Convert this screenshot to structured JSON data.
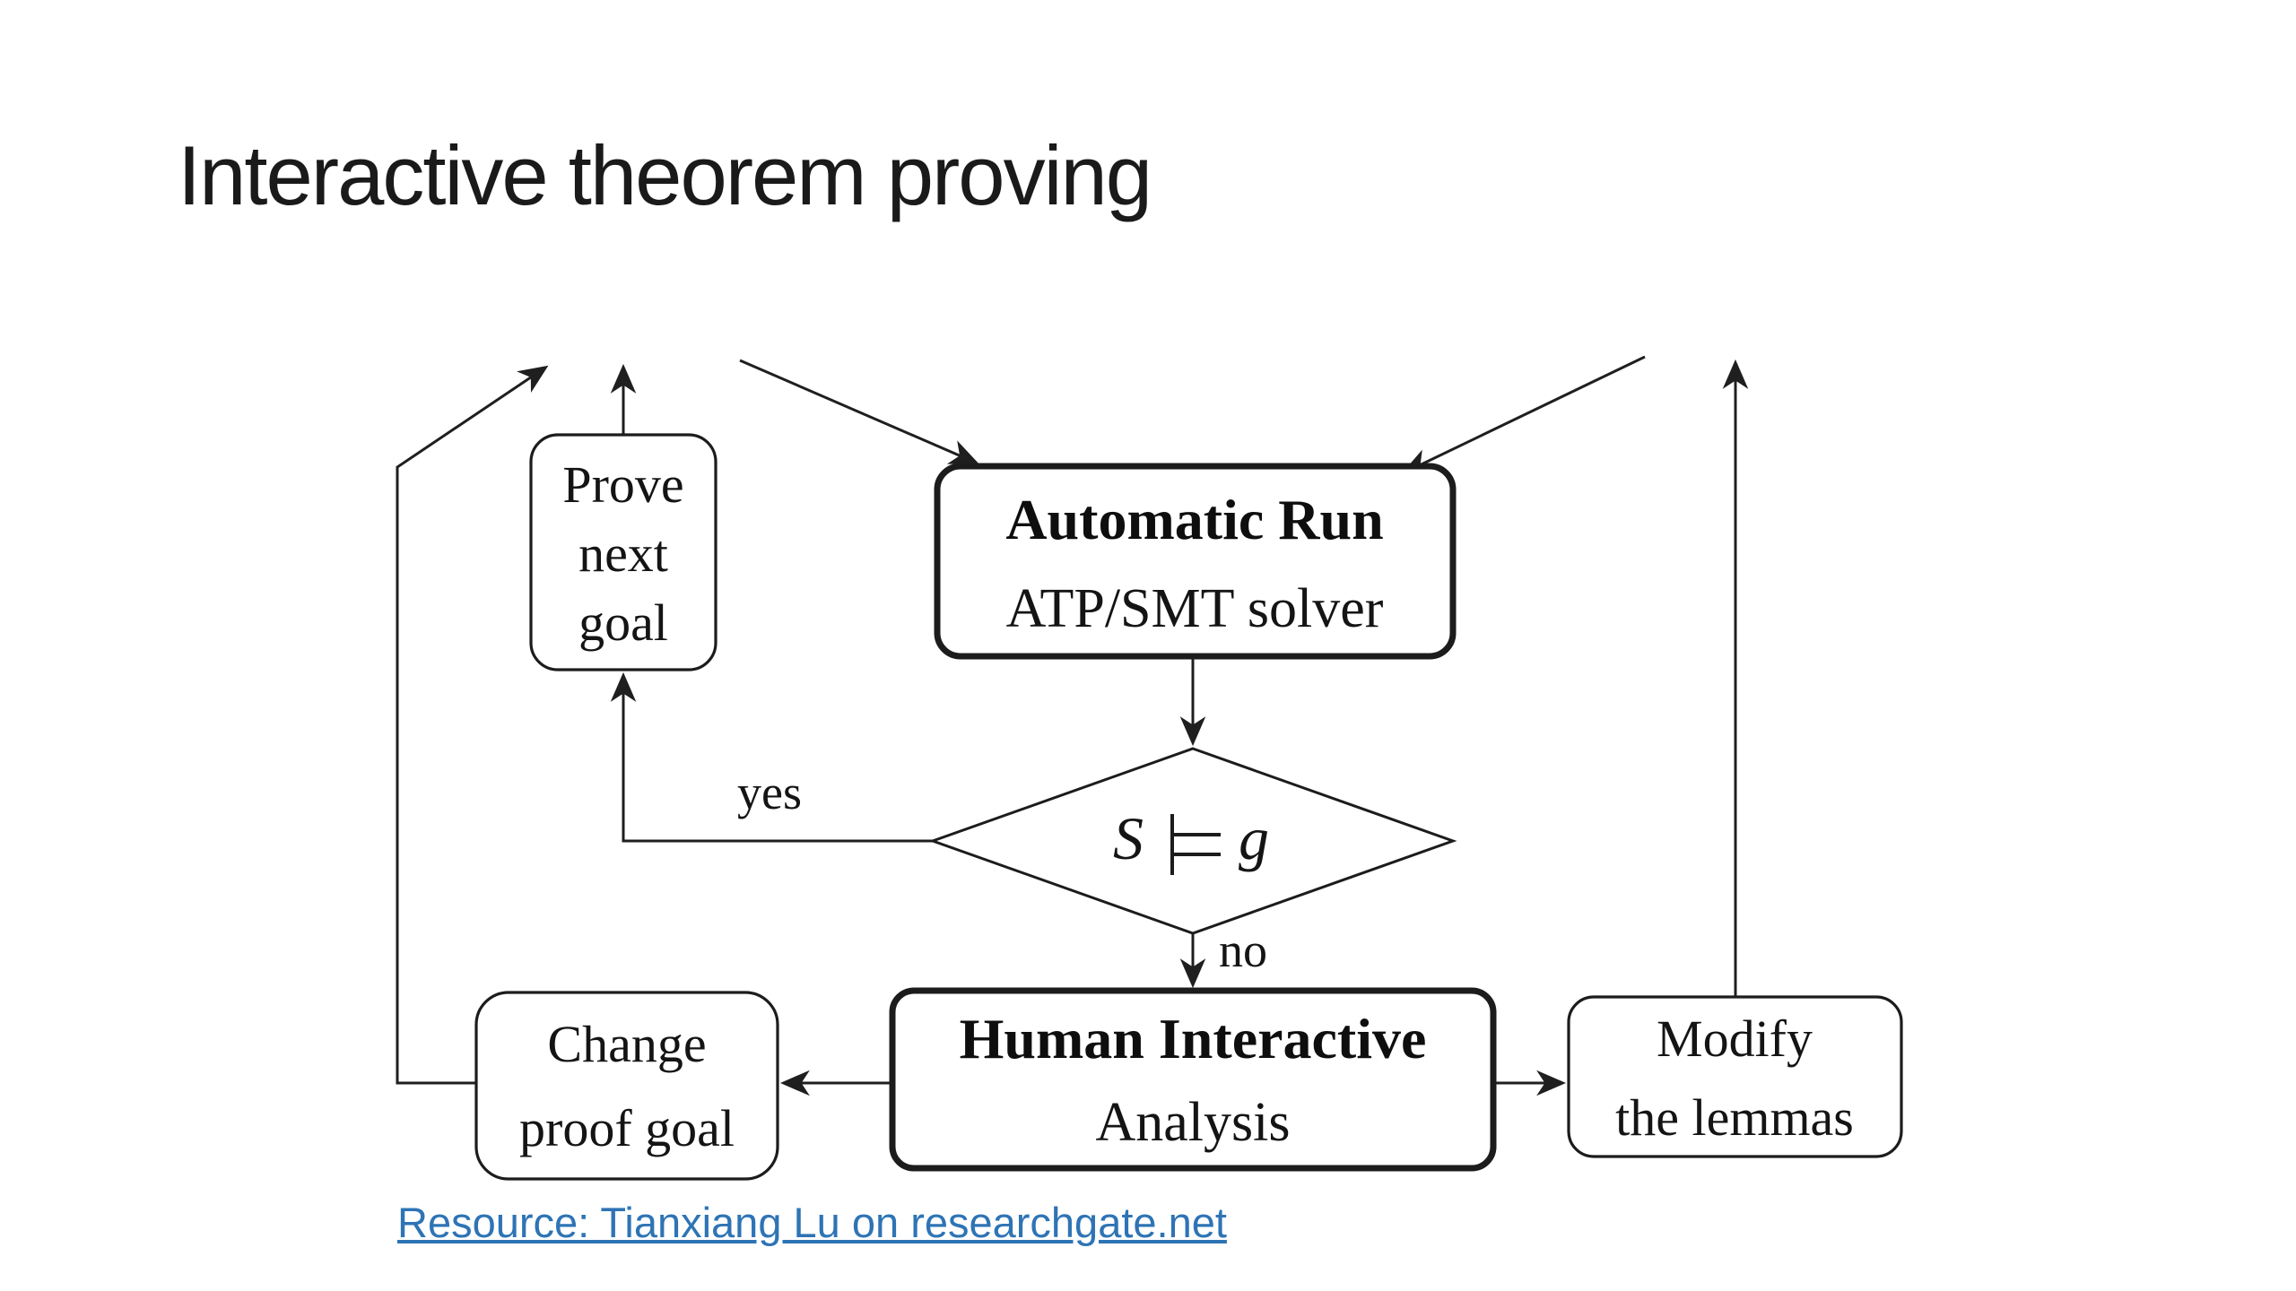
{
  "slide": {
    "title": "Interactive theorem proving",
    "background_color": "#ffffff",
    "ink_color": "#1f1f1f"
  },
  "flowchart": {
    "nodes": {
      "prove_next_goal": {
        "lines": [
          "Prove",
          "next",
          "goal"
        ],
        "shape": "rounded-rect",
        "border": "thin"
      },
      "automatic_run": {
        "title": "Automatic Run",
        "subtitle": "ATP/SMT solver",
        "shape": "rounded-rect",
        "border": "bold"
      },
      "entailment_decision": {
        "formula": "S ⊨ g",
        "left_operand": "S",
        "operator": "⊨",
        "right_operand": "g",
        "shape": "diamond"
      },
      "human_interactive": {
        "title": "Human Interactive",
        "subtitle": "Analysis",
        "shape": "rounded-rect",
        "border": "bold"
      },
      "change_proof_goal": {
        "lines": [
          "Change",
          "proof goal"
        ],
        "shape": "rounded-rect",
        "border": "thin"
      },
      "modify_the_lemmas": {
        "lines": [
          "Modify",
          "the lemmas"
        ],
        "shape": "rounded-rect",
        "border": "thin"
      }
    },
    "edge_labels": {
      "yes": "yes",
      "no": "no"
    }
  },
  "footer": {
    "link_text": "Resource: Tianxiang Lu on researchgate.net",
    "link_color": "#2e74b5"
  }
}
